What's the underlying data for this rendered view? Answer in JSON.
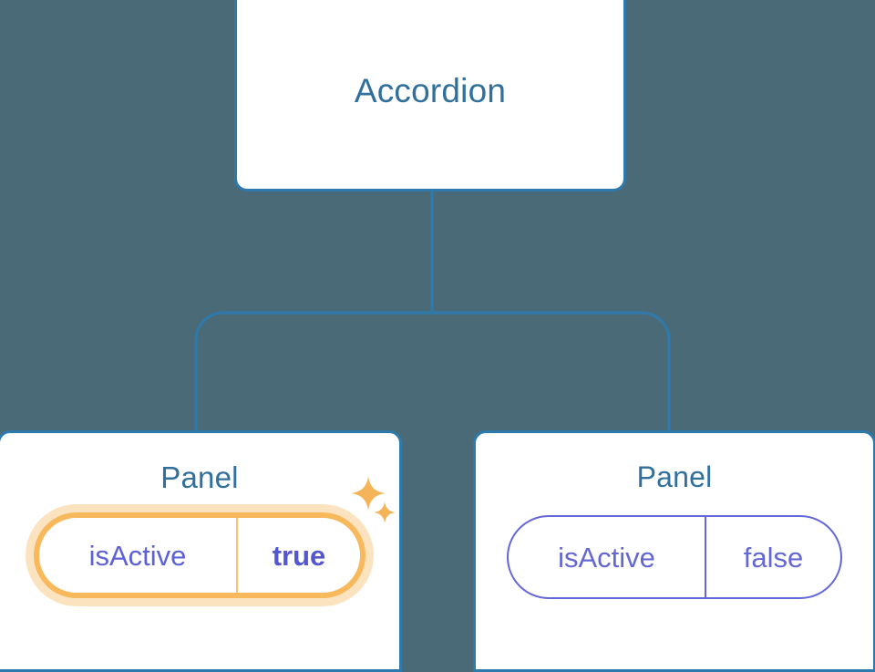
{
  "diagram": {
    "type": "component-tree",
    "background_color": "#4b6a77",
    "node_border_color": "#2e7aad",
    "node_title_color": "#31709d",
    "connector_color": "#2e7aad",
    "highlight_color": "#f7b95c",
    "highlight_glow_color": "#f8bd69",
    "prop_text_color": "#6568d3",
    "prop_value_highlight_color": "#5457cf"
  },
  "root": {
    "title": "Accordion"
  },
  "children": [
    {
      "title": "Panel",
      "highlighted": true,
      "props": [
        {
          "key": "isActive",
          "value": "true"
        }
      ],
      "decorations": [
        {
          "icon": "sparkle-icon",
          "size": "large"
        },
        {
          "icon": "sparkle-icon",
          "size": "small"
        }
      ]
    },
    {
      "title": "Panel",
      "highlighted": false,
      "props": [
        {
          "key": "isActive",
          "value": "false"
        }
      ],
      "decorations": []
    }
  ]
}
